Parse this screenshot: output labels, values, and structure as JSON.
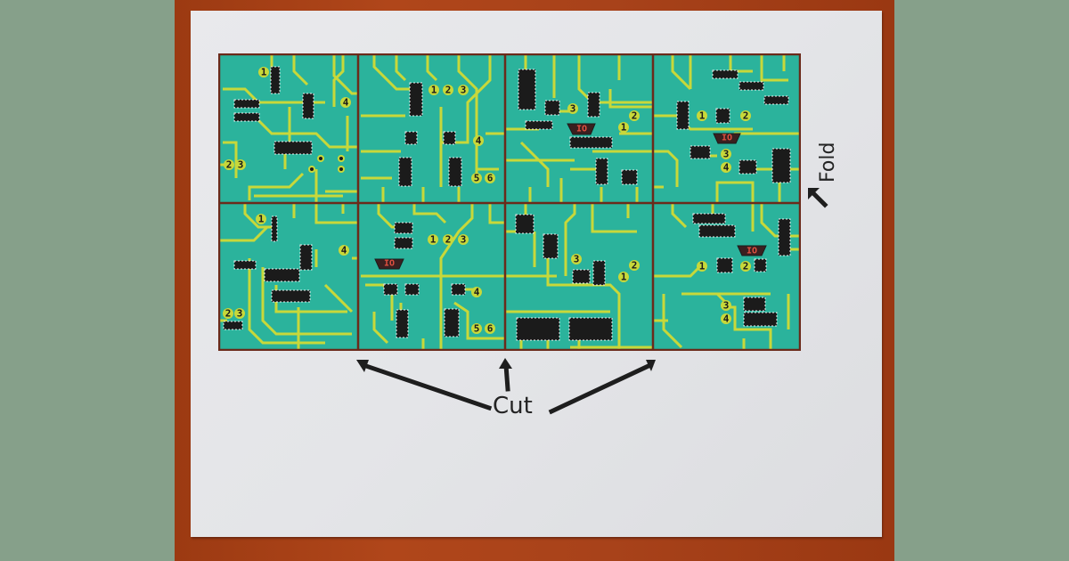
{
  "scene": {
    "background_color": "#86a08a",
    "table_color": "#a8421a",
    "paper_color": "#e6e7ea"
  },
  "board": {
    "pcb_color": "#2bb39c",
    "trace_color": "#c8d83a",
    "chip_color": "#1b1b1b",
    "border_color": "#6b2a1a",
    "io_connector_text_color": "#e05040",
    "panels": [
      {
        "row": 1,
        "col": 1,
        "pad_labels": [
          "1",
          "4",
          "2",
          "3"
        ]
      },
      {
        "row": 1,
        "col": 2,
        "pad_labels": [
          "1",
          "2",
          "3",
          "4",
          "5",
          "6"
        ]
      },
      {
        "row": 1,
        "col": 3,
        "pad_labels": [
          "3",
          "2",
          "1"
        ],
        "connector": "IO"
      },
      {
        "row": 1,
        "col": 4,
        "pad_labels": [
          "1",
          "2",
          "3",
          "4"
        ],
        "connector": "IO"
      },
      {
        "row": 2,
        "col": 1,
        "pad_labels": [
          "1",
          "4",
          "2",
          "3"
        ]
      },
      {
        "row": 2,
        "col": 2,
        "pad_labels": [
          "1",
          "2",
          "3",
          "4",
          "5",
          "6"
        ],
        "connector": "IO"
      },
      {
        "row": 2,
        "col": 3,
        "pad_labels": [
          "3",
          "2",
          "1"
        ]
      },
      {
        "row": 2,
        "col": 4,
        "pad_labels": [
          "1",
          "2",
          "3",
          "4"
        ],
        "connector": "IO"
      }
    ]
  },
  "annotations": {
    "cut_label": "Cut",
    "fold_label": "Fold"
  },
  "pads": {
    "p1": "1",
    "p2": "2",
    "p3": "3",
    "p4": "4",
    "p5": "5",
    "p6": "6",
    "io": "IO"
  }
}
